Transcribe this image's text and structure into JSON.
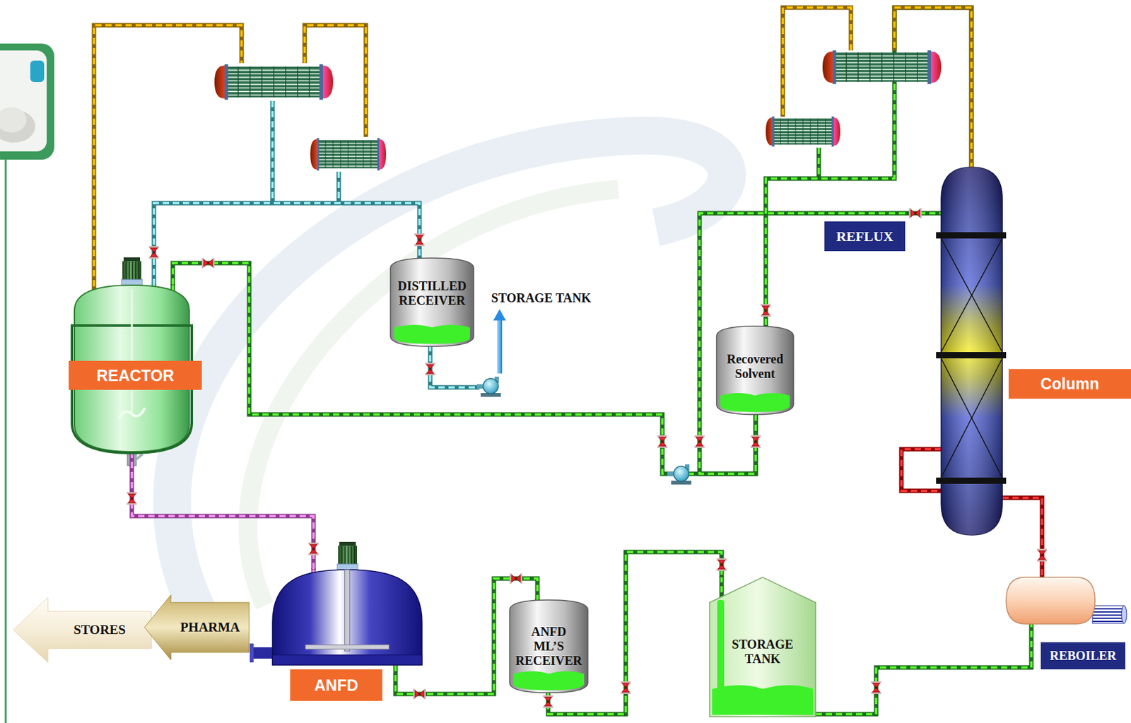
{
  "diagram": {
    "nodes": [
      {
        "text": [
          "REACTOR"
        ]
      },
      {
        "text": [
          "DISTILLED RECEIVER"
        ]
      },
      {
        "text": [
          "Recovered Solvent"
        ]
      },
      {
        "text": [
          "Column"
        ]
      },
      {
        "text": [
          "STORES"
        ]
      },
      {
        "text": [
          "PHARMA"
        ]
      },
      {
        "text": [
          "ANFD"
        ]
      },
      {
        "text": [
          "ANFD ML’S RECEIVER"
        ]
      },
      {
        "text": [
          "STORAGE TANK"
        ]
      },
      {
        "text": [
          "REBOILER"
        ]
      }
    ],
    "edges": [
      {
        "from": 0,
        "to": 1,
        "arrow": "none"
      },
      {
        "from": 2,
        "to": 0,
        "arrow": "none"
      },
      {
        "from": 2,
        "to": 3,
        "label": "REFLUX",
        "arrow": "none"
      },
      {
        "from": 3,
        "to": 2,
        "arrow": "none"
      },
      {
        "from": 3,
        "to": 9,
        "arrow": "none"
      },
      {
        "from": 8,
        "to": 9,
        "arrow": "none"
      },
      {
        "from": 7,
        "to": 8,
        "arrow": "none"
      },
      {
        "from": 6,
        "to": 7,
        "arrow": "none"
      },
      {
        "from": 0,
        "to": 6,
        "arrow": "none"
      }
    ],
    "labels": [
      "STORAGE TANK"
    ]
  }
}
